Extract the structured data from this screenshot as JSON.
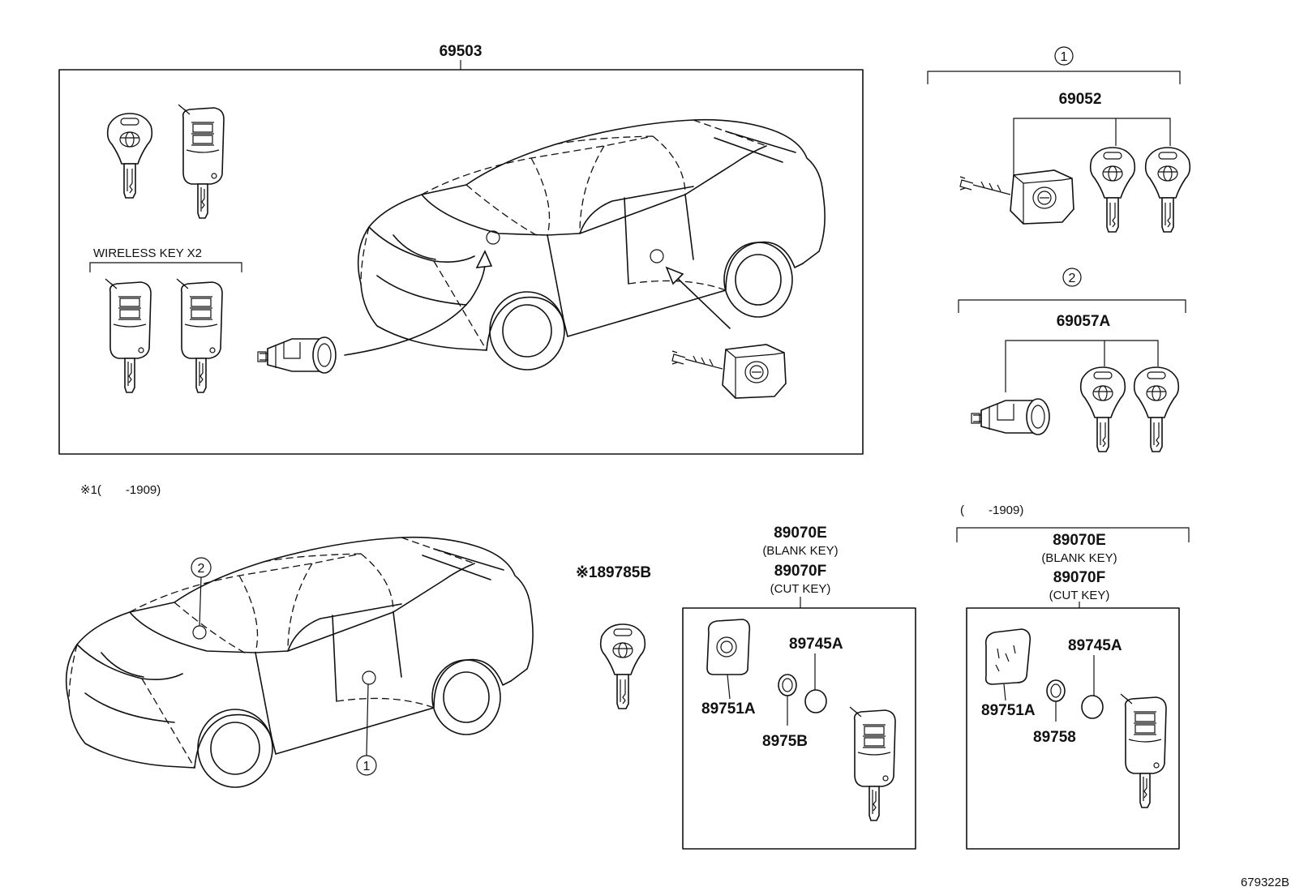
{
  "diagram_id": "679322B",
  "main_box": {
    "part_number": "69503",
    "wireless_label": "WIRELESS KEY X2"
  },
  "group1": {
    "marker": "1",
    "part_number": "69052"
  },
  "group2": {
    "marker": "2",
    "part_number": "69057A"
  },
  "footnote": "※1(　　-1909)",
  "right_date_note": "(　　-1909)",
  "car_markers": [
    "2",
    "1"
  ],
  "key_89785": "※189785B",
  "kit_left": {
    "part_blank": "89070E",
    "blank_label": "(BLANK KEY)",
    "part_cut": "89070F",
    "cut_label": "(CUT KEY)",
    "housing": "89751A",
    "battery": "89745A",
    "chip": "8975B"
  },
  "kit_right": {
    "part_blank": "89070E",
    "blank_label": "(BLANK KEY)",
    "part_cut": "89070F",
    "cut_label": "(CUT KEY)",
    "housing": "89751A",
    "battery": "89745A",
    "chip": "89758"
  }
}
